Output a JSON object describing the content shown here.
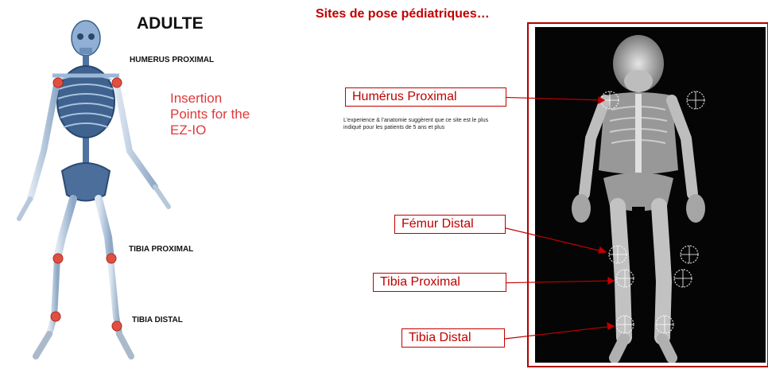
{
  "left": {
    "title": "ADULTE",
    "labels": {
      "humerus": "HUMERUS PROXIMAL",
      "tibia_proximal": "TIBIA PROXIMAL",
      "tibia_distal": "TIBIA DISTAL"
    },
    "insertion_text": "Insertion Points for the EZ-IO"
  },
  "right": {
    "title": "Sites de pose pédiatriques…",
    "sites": {
      "humerus": "Humérus Proximal",
      "femur": "Fémur Distal",
      "tibia_proximal": "Tibia Proximal",
      "tibia_distal": "Tibia Distal"
    },
    "humerus_note": "L’experience & l’anatomie suggèrent que ce site est le plus indiqué pour les patients de 5 ans et plus"
  },
  "colors": {
    "accent_red": "#c00000",
    "insertion_red": "#e0383a",
    "marker_red": "#e05040",
    "skeleton_blue": "#5a7fa8"
  }
}
